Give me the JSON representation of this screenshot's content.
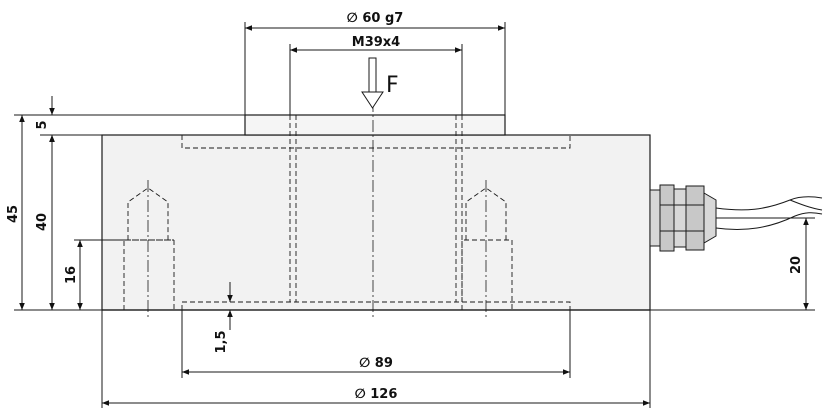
{
  "dimensions": {
    "d_60": "∅ 60 g7",
    "thread": "M39x4",
    "force": "F",
    "h_45": "45",
    "h_40": "40",
    "h_5": "5",
    "h_16": "16",
    "h_1_5": "1,5",
    "h_20": "20",
    "d_89": "∅ 89",
    "d_126": "∅ 126"
  }
}
